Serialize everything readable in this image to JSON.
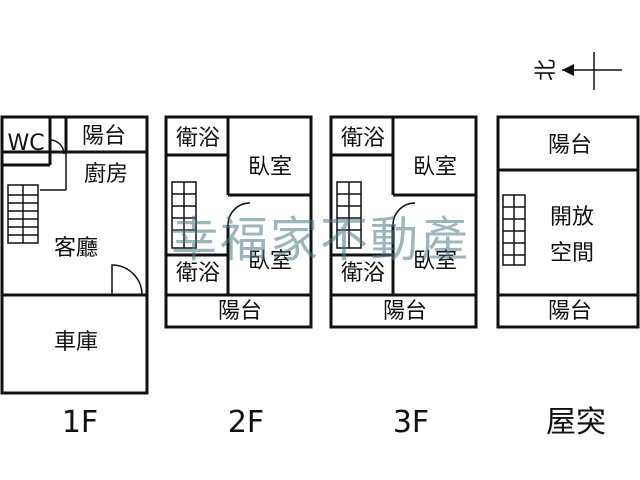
{
  "compass": {
    "label": "北"
  },
  "watermark": "幸福家不動產",
  "floors": [
    {
      "id": "1f",
      "label": "1F",
      "rooms": {
        "wc": "WC",
        "balcony": "陽台",
        "kitchen": "廚房",
        "living": "客廳",
        "garage": "車庫"
      }
    },
    {
      "id": "2f",
      "label": "2F",
      "rooms": {
        "bath_top": "衛浴",
        "bedroom_top": "臥室",
        "bath_bottom": "衛浴",
        "bedroom_bottom": "臥室",
        "balcony": "陽台"
      }
    },
    {
      "id": "3f",
      "label": "3F",
      "rooms": {
        "bath_top": "衛浴",
        "bedroom_top": "臥室",
        "bath_bottom": "衛浴",
        "bedroom_bottom": "臥室",
        "balcony": "陽台"
      }
    },
    {
      "id": "roof",
      "label": "屋突",
      "rooms": {
        "balcony_top": "陽台",
        "open_space_1": "開放",
        "open_space_2": "空間",
        "balcony_bottom": "陽台"
      }
    }
  ]
}
